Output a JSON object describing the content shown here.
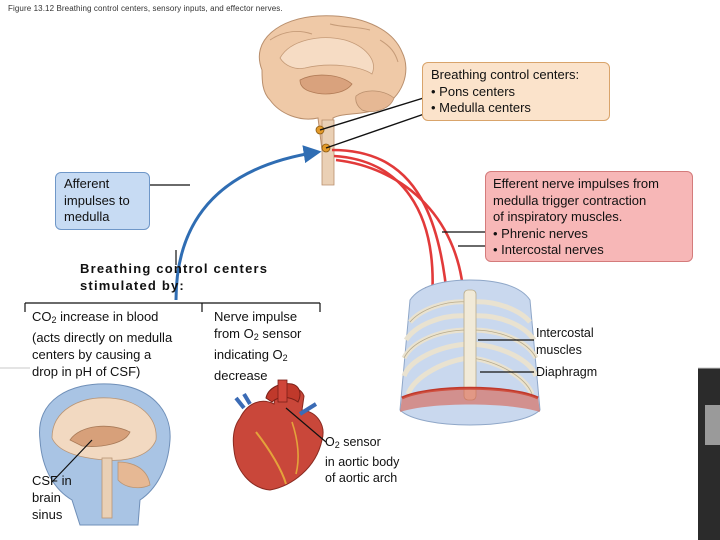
{
  "figure_caption": "Figure 13.12 Breathing control centers, sensory inputs, and effector nerves.",
  "control_centers": {
    "title": "Breathing control centers:",
    "items": [
      "• Pons centers",
      "• Medulla centers"
    ]
  },
  "afferent": {
    "lines": [
      "Afferent",
      "impulses to",
      "medulla"
    ]
  },
  "efferent": {
    "lines": [
      "Efferent nerve impulses from",
      "medulla trigger contraction",
      "of inspiratory muscles."
    ],
    "items": [
      "• Phrenic nerves",
      "• Intercostal nerves"
    ]
  },
  "stimuli": {
    "heading": [
      "Breathing control centers",
      "stimulated by:"
    ],
    "co2": {
      "line1_pre": "CO",
      "line1_sub": "2",
      "line1_post": " increase in blood",
      "rest": [
        "(acts directly on medulla",
        "centers by causing a",
        "drop in pH of CSF)"
      ]
    },
    "o2": {
      "line1": "Nerve impulse",
      "line2_pre": "from O",
      "line2_sub": "2",
      "line2_post": " sensor",
      "line3_pre": "indicating O",
      "line3_sub": "2",
      "line4": "decrease"
    }
  },
  "csf_label": [
    "CSF in",
    "brain",
    "sinus"
  ],
  "o2_sensor_label": {
    "line1_pre": "O",
    "line1_sub": "2",
    "line1_post": " sensor",
    "rest": [
      "in aortic body",
      "of aortic arch"
    ]
  },
  "intercostal_label": [
    "Intercostal",
    "muscles"
  ],
  "diaphragm_label": "Diaphragm",
  "colors": {
    "afferent_arrow": "#2f6db3",
    "efferent_arrow": "#e23a3a",
    "box_blue": "#c7dbf3",
    "box_orange": "#fbe3cb",
    "box_red": "#f7b7b7"
  },
  "illustrations": [
    "brain-midsagittal",
    "head-midsagittal",
    "heart-with-aortic-arch",
    "rib-cage-with-diaphragm"
  ]
}
